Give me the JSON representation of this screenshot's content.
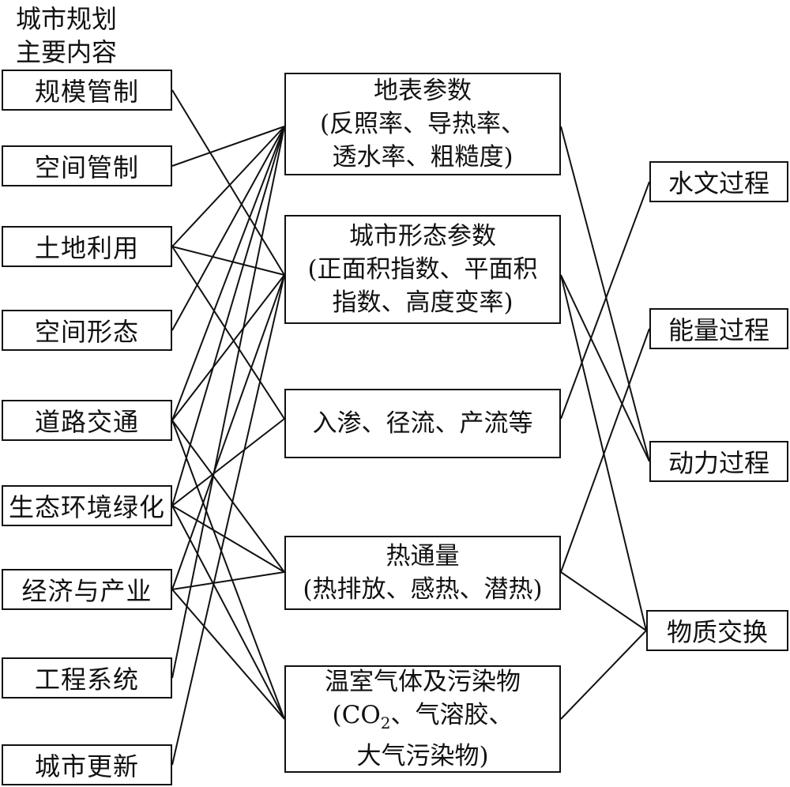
{
  "title": {
    "line1": "城市规划",
    "line2": "主要内容"
  },
  "left_items": [
    {
      "id": "L0",
      "label": "规模管制"
    },
    {
      "id": "L1",
      "label": "空间管制"
    },
    {
      "id": "L2",
      "label": "土地利用"
    },
    {
      "id": "L3",
      "label": "空间形态"
    },
    {
      "id": "L4",
      "label": "道路交通"
    },
    {
      "id": "L5",
      "label": "生态环境绿化"
    },
    {
      "id": "L6",
      "label": "经济与产业"
    },
    {
      "id": "L7",
      "label": "工程系统"
    },
    {
      "id": "L8",
      "label": "城市更新"
    }
  ],
  "middle_items": [
    {
      "id": "M0",
      "lines": [
        "地表参数",
        "(反照率、导热率、",
        "透水率、粗糙度)"
      ]
    },
    {
      "id": "M1",
      "lines": [
        "城市形态参数",
        "(正面积指数、平面积",
        "指数、高度变率)"
      ]
    },
    {
      "id": "M2",
      "lines": [
        "入渗、径流、产流等"
      ]
    },
    {
      "id": "M3",
      "lines": [
        "热通量",
        "(热排放、感热、潜热)"
      ]
    },
    {
      "id": "M4",
      "lines": [
        "温室气体及污染物",
        "(CO",
        "、气溶胶、",
        "大气污染物)"
      ],
      "sub": "2"
    }
  ],
  "right_items": [
    {
      "id": "R0",
      "label": "水文过程"
    },
    {
      "id": "R1",
      "label": "能量过程"
    },
    {
      "id": "R2",
      "label": "动力过程"
    },
    {
      "id": "R3",
      "label": "物质交换"
    }
  ],
  "left_links": [
    [
      "L0",
      "M1"
    ],
    [
      "L1",
      "M0"
    ],
    [
      "L2",
      "M0"
    ],
    [
      "L2",
      "M1"
    ],
    [
      "L2",
      "M2"
    ],
    [
      "L3",
      "M0"
    ],
    [
      "L4",
      "M0"
    ],
    [
      "L4",
      "M1"
    ],
    [
      "L4",
      "M3"
    ],
    [
      "L4",
      "M4"
    ],
    [
      "L5",
      "M0"
    ],
    [
      "L5",
      "M2"
    ],
    [
      "L5",
      "M3"
    ],
    [
      "L5",
      "M4"
    ],
    [
      "L6",
      "M1"
    ],
    [
      "L6",
      "M3"
    ],
    [
      "L6",
      "M4"
    ],
    [
      "L7",
      "M0"
    ],
    [
      "L8",
      "M1"
    ]
  ],
  "right_links": [
    [
      "M0",
      "R2"
    ],
    [
      "M1",
      "R2"
    ],
    [
      "M1",
      "R3"
    ],
    [
      "M2",
      "R0"
    ],
    [
      "M3",
      "R1"
    ],
    [
      "M3",
      "R3"
    ],
    [
      "M4",
      "R3"
    ]
  ]
}
